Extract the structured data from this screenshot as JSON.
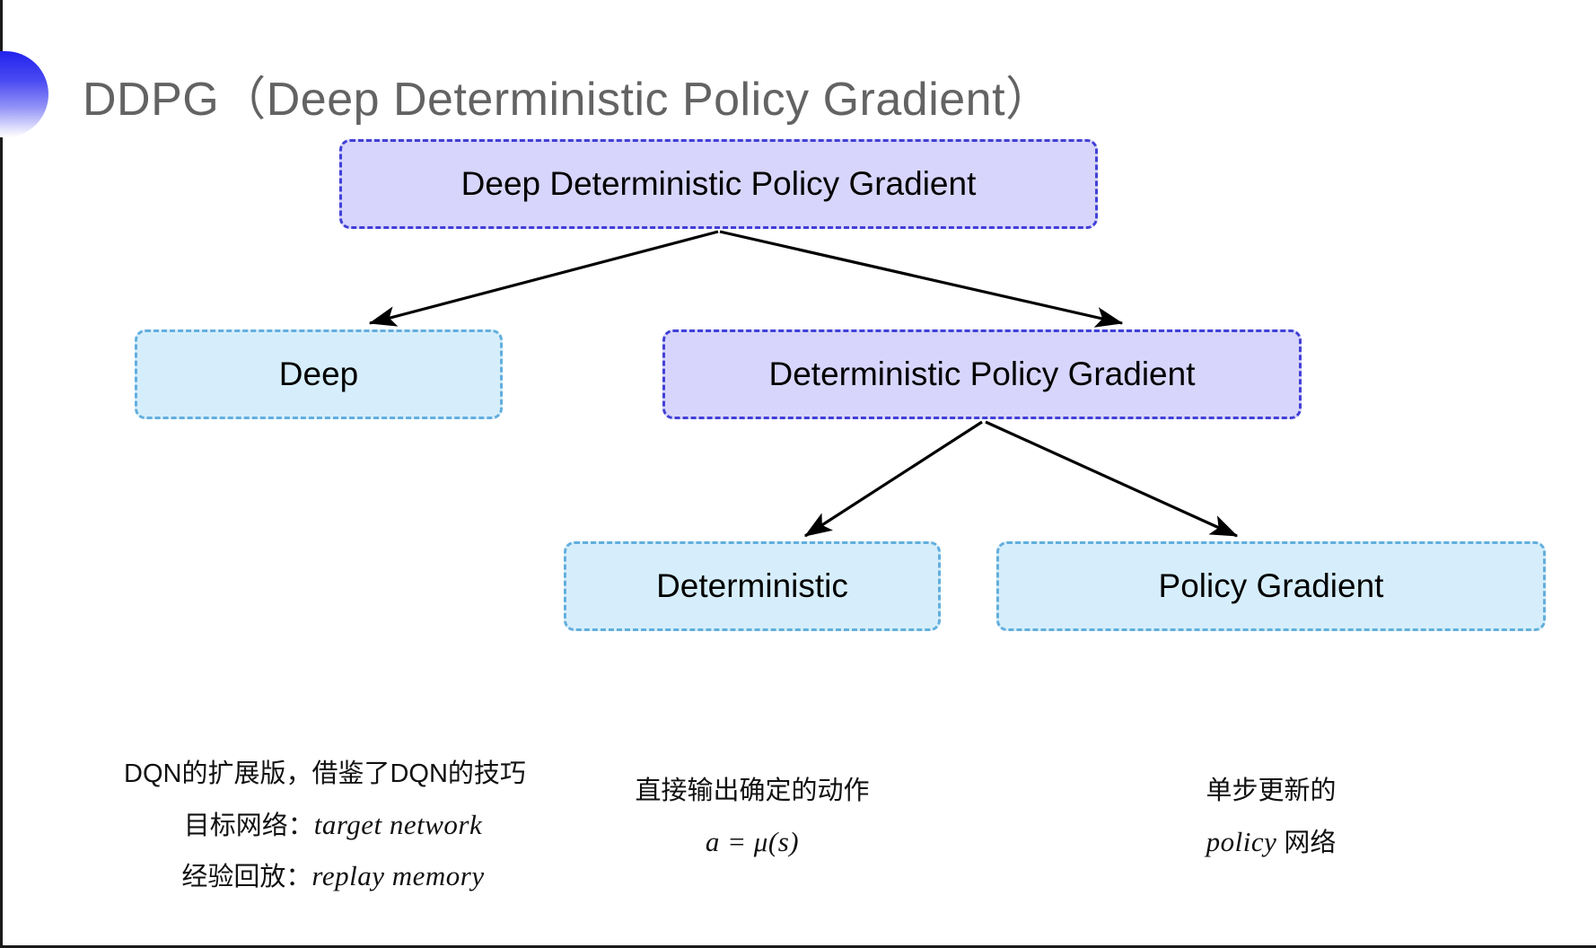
{
  "slide": {
    "title": "DDPG（Deep Deterministic Policy Gradient）",
    "bullet_icon": "half-circle-gradient-icon",
    "accent_blue": "#2222ee",
    "title_color": "#636363",
    "purple_fill": "#d7d5fb",
    "purple_border": "#4140d6",
    "blue_fill": "#d6eefb",
    "blue_border": "#63aedd",
    "connector_color": "#000000"
  },
  "diagram": {
    "type": "tree",
    "nodes": [
      {
        "id": "root",
        "label": "Deep Deterministic Policy Gradient",
        "style": "purple",
        "level": 0
      },
      {
        "id": "deep",
        "label": "Deep",
        "style": "blue",
        "level": 1
      },
      {
        "id": "dpg",
        "label": "Deterministic Policy Gradient",
        "style": "purple",
        "level": 1
      },
      {
        "id": "det",
        "label": "Deterministic",
        "style": "blue",
        "level": 2
      },
      {
        "id": "pg",
        "label": "Policy Gradient",
        "style": "blue",
        "level": 2
      }
    ],
    "edges": [
      {
        "from": "root",
        "to": "deep"
      },
      {
        "from": "root",
        "to": "dpg"
      },
      {
        "from": "dpg",
        "to": "det"
      },
      {
        "from": "dpg",
        "to": "pg"
      }
    ]
  },
  "annotations": {
    "deep": {
      "line1": "DQN的扩展版，借鉴了DQN的技巧",
      "line2_label": "目标网络：",
      "line2_term": "target network",
      "line3_label": "经验回放：",
      "line3_term": "replay memory"
    },
    "deterministic": {
      "line1": "直接输出确定的动作",
      "formula": "a = μ(s)"
    },
    "policy_gradient": {
      "line1": "单步更新的",
      "line2_term": "policy",
      "line2_suffix": " 网络"
    }
  }
}
